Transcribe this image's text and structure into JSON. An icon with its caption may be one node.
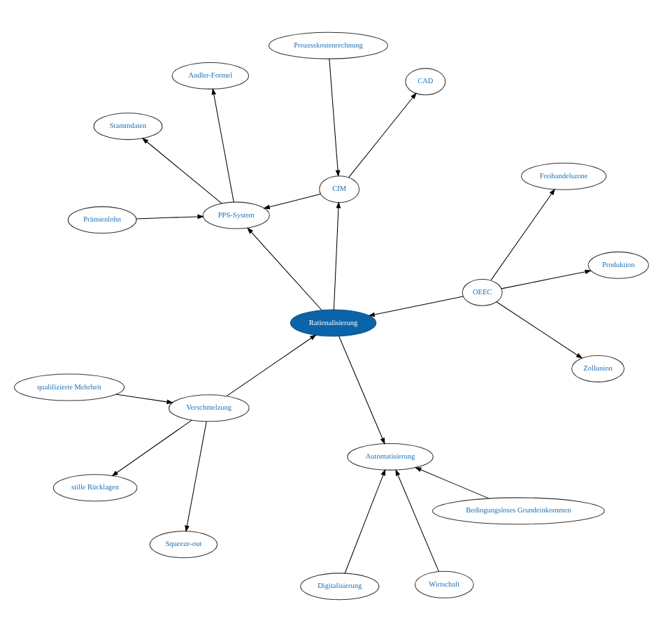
{
  "diagram": {
    "nodes": [
      {
        "text": [
          "Rationalisierung"
        ]
      },
      {
        "text": [
          "OEEC"
        ]
      },
      {
        "text": [
          "Zollunion"
        ]
      },
      {
        "text": [
          "Freihandelszone"
        ]
      },
      {
        "text": [
          "Produktion"
        ]
      },
      {
        "text": [
          "qualifizierte Mehrheit"
        ]
      },
      {
        "text": [
          "stille Rücklagen"
        ]
      },
      {
        "text": [
          "Verschmelzung"
        ]
      },
      {
        "text": [
          "Squeeze-out"
        ]
      },
      {
        "text": [
          "Wirtschaft"
        ]
      },
      {
        "text": [
          "Automatisierung"
        ]
      },
      {
        "text": [
          "Digitalisierung"
        ]
      },
      {
        "text": [
          "Bedingungsloses Grundeinkommen"
        ]
      },
      {
        "text": [
          "CIM"
        ]
      },
      {
        "text": [
          "CAD"
        ]
      },
      {
        "text": [
          "PPS-System"
        ]
      },
      {
        "text": [
          "Andler-Formel"
        ]
      },
      {
        "text": [
          "Prozesskostenrechnung"
        ]
      },
      {
        "text": [
          "Prämienlohn"
        ]
      },
      {
        "text": [
          "Stammdaten"
        ]
      }
    ],
    "edges": [
      {
        "from": 1,
        "to": 2,
        "arrow": "to"
      },
      {
        "from": 1,
        "to": 3,
        "arrow": "to"
      },
      {
        "from": 1,
        "to": 4,
        "arrow": "to"
      },
      {
        "from": 1,
        "to": 0,
        "arrow": "to"
      },
      {
        "from": 5,
        "to": 7,
        "arrow": "to"
      },
      {
        "from": 7,
        "to": 6,
        "arrow": "to"
      },
      {
        "from": 7,
        "to": 8,
        "arrow": "to"
      },
      {
        "from": 7,
        "to": 0,
        "arrow": "to"
      },
      {
        "from": 9,
        "to": 10,
        "arrow": "to"
      },
      {
        "from": 11,
        "to": 10,
        "arrow": "to"
      },
      {
        "from": 12,
        "to": 10,
        "arrow": "to"
      },
      {
        "from": 0,
        "to": 10,
        "arrow": "to"
      },
      {
        "from": 0,
        "to": 13,
        "arrow": "to"
      },
      {
        "from": 0,
        "to": 15,
        "arrow": "to"
      },
      {
        "from": 13,
        "to": 14,
        "arrow": "to"
      },
      {
        "from": 13,
        "to": 15,
        "arrow": "to"
      },
      {
        "from": 17,
        "to": 13,
        "arrow": "to"
      },
      {
        "from": 15,
        "to": 16,
        "arrow": "to"
      },
      {
        "from": 15,
        "to": 19,
        "arrow": "to"
      },
      {
        "from": 18,
        "to": 15,
        "arrow": "to"
      }
    ]
  }
}
